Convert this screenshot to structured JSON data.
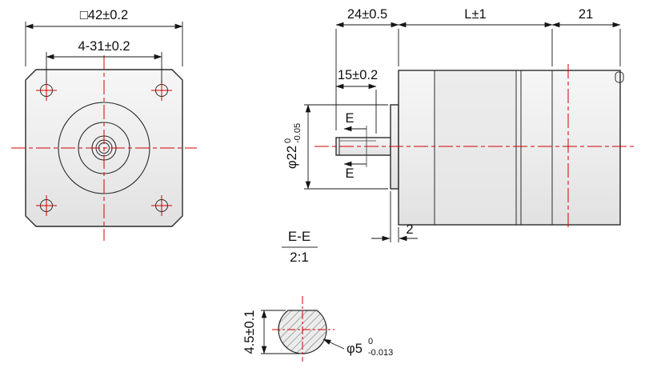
{
  "drawing": {
    "front_view": {
      "dim_square": "□42±0.2",
      "dim_hole_spacing": "4-31±0.2"
    },
    "side_view": {
      "dim_front_section": "24±0.5",
      "dim_body_length": "L±1",
      "dim_rear_section": "21",
      "dim_shaft_flat": "15±0.2",
      "pilot_diameter": "φ22",
      "pilot_tol_upper": "0",
      "pilot_tol_lower": "-0.05",
      "dim_boss_depth": "2",
      "section_mark_top": "E",
      "section_mark_bottom": "E"
    },
    "section_view": {
      "title": "E-E",
      "scale": "2:1",
      "dim_flat_height": "4.5±0.1",
      "shaft_diameter": "φ5",
      "dia_tol_upper": "0",
      "dia_tol_lower": "-0.013"
    },
    "colors": {
      "centerline": "#d40000",
      "outline": "#2b2b2b",
      "part_fill": "#efefef"
    }
  }
}
